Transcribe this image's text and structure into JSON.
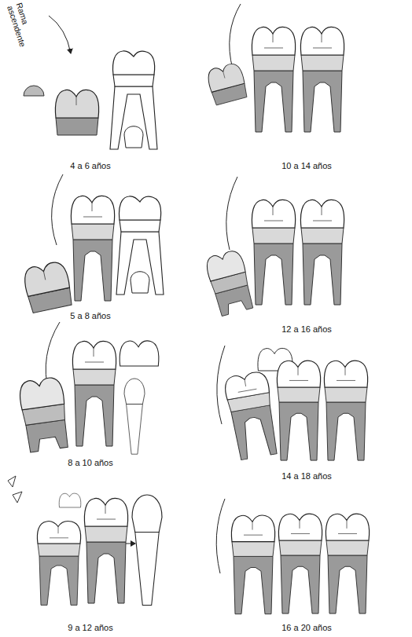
{
  "diagram": {
    "labels": [
      "Rama ascendente",
      "4 a 6 años",
      "5 a 8 años",
      "8 a 10 años",
      "9 a 12 años",
      "10 a 14 años",
      "12 a 16 años",
      "14 a 18 años",
      "16 a 20 años"
    ]
  }
}
